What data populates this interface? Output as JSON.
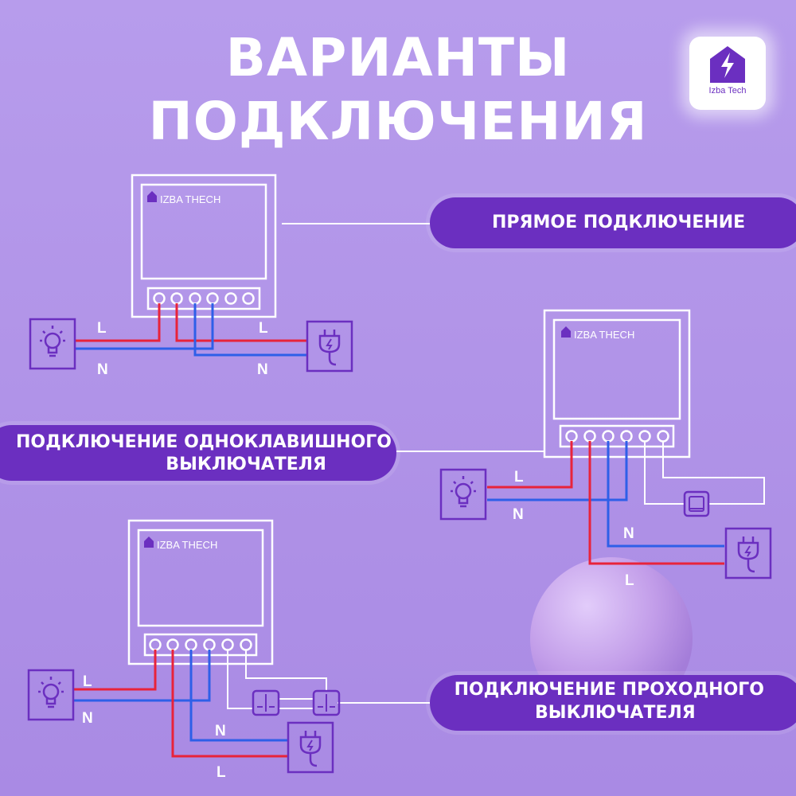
{
  "title": {
    "line1": "ВАРИАНТЫ",
    "line2": "ПОДКЛЮЧЕНИЯ"
  },
  "logo": {
    "name": "Izba Tech"
  },
  "device": {
    "brand": "IZBA THECH"
  },
  "schemes": [
    {
      "label_line1": "ПРЯМОЕ ПОДКЛЮЧЕНИЕ",
      "label_line2": ""
    },
    {
      "label_line1": "ПОДКЛЮЧЕНИЕ ОДНОКЛАВИШНОГО",
      "label_line2": "ВЫКЛЮЧАТЕЛЯ"
    },
    {
      "label_line1": "ПОДКЛЮЧЕНИЕ ПРОХОДНОГО",
      "label_line2": "ВЫКЛЮЧАТЕЛЯ"
    }
  ],
  "wire_labels": {
    "phase": "L",
    "neutral": "N"
  },
  "colors": {
    "accent": "#6b2fc0",
    "phase_wire": "#e8233a",
    "neutral_wire": "#2e5fe8",
    "line": "#ffffff"
  },
  "icons": [
    "lightning-icon",
    "lamp-icon",
    "plug-icon",
    "switch-icon",
    "house-icon"
  ]
}
